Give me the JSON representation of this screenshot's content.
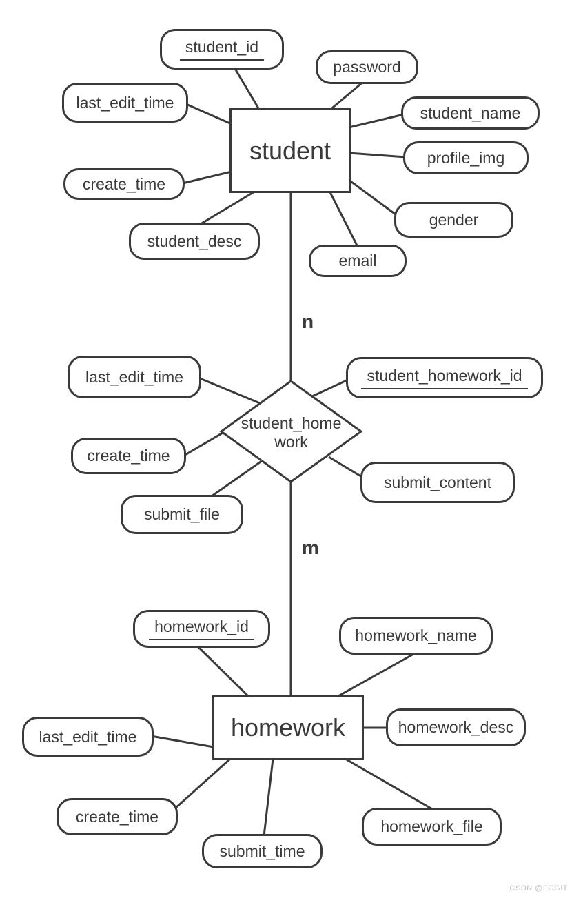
{
  "diagram": {
    "type": "entity-relationship",
    "entities": {
      "student": {
        "label": "student"
      },
      "homework": {
        "label": "homework"
      }
    },
    "relationship": {
      "label_lines": [
        "student_home",
        "work"
      ],
      "shape": "diamond"
    },
    "cardinality": {
      "student_side": "n",
      "homework_side": "m"
    },
    "attributes": {
      "student": [
        {
          "label": "student_id",
          "primary_key": true
        },
        {
          "label": "password"
        },
        {
          "label": "student_name"
        },
        {
          "label": "profile_img"
        },
        {
          "label": "gender"
        },
        {
          "label": "email"
        },
        {
          "label": "student_desc"
        },
        {
          "label": "create_time"
        },
        {
          "label": "last_edit_time"
        }
      ],
      "student_homework": [
        {
          "label": "student_homework_id",
          "primary_key": true
        },
        {
          "label": "last_edit_time"
        },
        {
          "label": "create_time"
        },
        {
          "label": "submit_file"
        },
        {
          "label": "submit_content"
        }
      ],
      "homework": [
        {
          "label": "homework_id",
          "primary_key": true
        },
        {
          "label": "homework_name"
        },
        {
          "label": "homework_desc"
        },
        {
          "label": "homework_file"
        },
        {
          "label": "submit_time"
        },
        {
          "label": "create_time"
        },
        {
          "label": "last_edit_time"
        }
      ]
    },
    "colors": {
      "stroke": "#3a3a3a",
      "background": "#ffffff",
      "watermark_text": "#c6c0c0"
    }
  },
  "watermark": {
    "text": "CSDN @FGGIT"
  }
}
